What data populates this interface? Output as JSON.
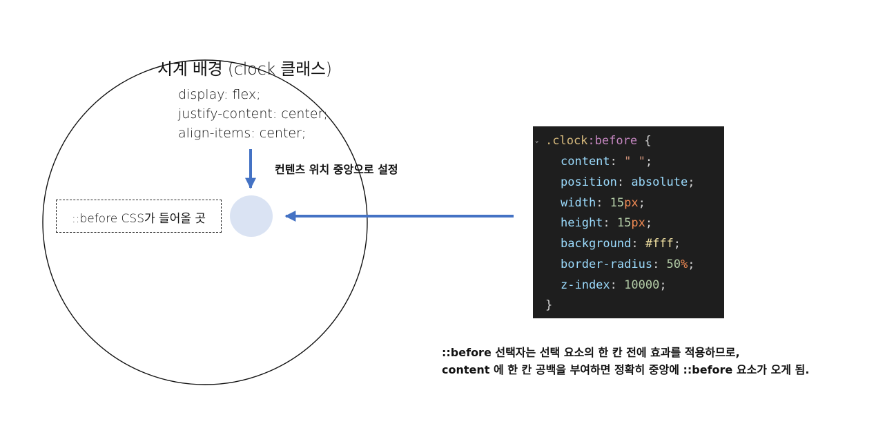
{
  "clock": {
    "title": "시계 배경 (clock 클래스)",
    "css_lines": [
      "display: flex;",
      "justify-content: center;",
      "align-items: center;"
    ]
  },
  "center_note": "컨텐츠 위치 중앙으로 설정",
  "before_box_label": "::before CSS가 들어올 곳",
  "code": {
    "selector": ".clock",
    "pseudo": ":before",
    "open_brace": " {",
    "close_brace": "}",
    "declarations": [
      {
        "property": "content",
        "value": "\" \"",
        "unit": ""
      },
      {
        "property": "position",
        "value": "absolute",
        "unit": ""
      },
      {
        "property": "width",
        "value": "15",
        "unit": "px"
      },
      {
        "property": "height",
        "value": "15",
        "unit": "px"
      },
      {
        "property": "background",
        "value": "#fff",
        "unit": ""
      },
      {
        "property": "border-radius",
        "value": "50",
        "unit": "%"
      },
      {
        "property": "z-index",
        "value": "10000",
        "unit": ""
      }
    ]
  },
  "explanation_lines": [
    "::before 선택자는 선택 요소의 한 칸 전에 효과를 적용하므로,",
    "content 에 한 칸 공백을 부여하면 정확히 중앙에 ::before 요소가 오게 됨."
  ],
  "colors": {
    "arrow": "#4472c4",
    "center_dot": "#dae3f3",
    "code_background": "#1e1e1e"
  }
}
